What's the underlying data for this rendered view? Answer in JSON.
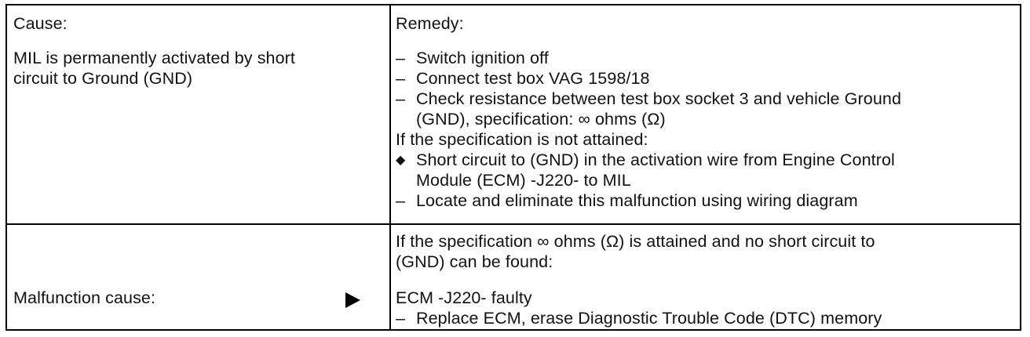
{
  "left": {
    "cause_header": "Cause:",
    "cause_line1": "MIL is permanently activated by short",
    "cause_line2": "circuit to Ground (GND)",
    "malfunction_label": "Malfunction cause:"
  },
  "right": {
    "remedy_header": "Remedy:",
    "dash": "–",
    "bullet": "◆",
    "step1": "Switch ignition off",
    "step2": "Connect test box VAG 1598/18",
    "step3_line1": "Check resistance between test box socket 3 and vehicle Ground",
    "step3_line2": "(GND), specification: ∞ ohms (Ω)",
    "condition_not_attained": "If the specification is not attained:",
    "bullet_line1": "Short circuit to (GND) in the activation wire from Engine Control",
    "bullet_line2": "Module (ECM) -J220- to MIL",
    "step4": "Locate and eliminate this malfunction using wiring diagram",
    "attained_line1": "If the specification ∞ ohms (Ω) is attained and no short circuit to",
    "attained_line2": "(GND) can be found:",
    "fault": "ECM -J220- faulty",
    "step5": "Replace ECM, erase Diagnostic Trouble Code (DTC) memory"
  },
  "icons": {
    "arrow": "right-pointer-icon"
  }
}
